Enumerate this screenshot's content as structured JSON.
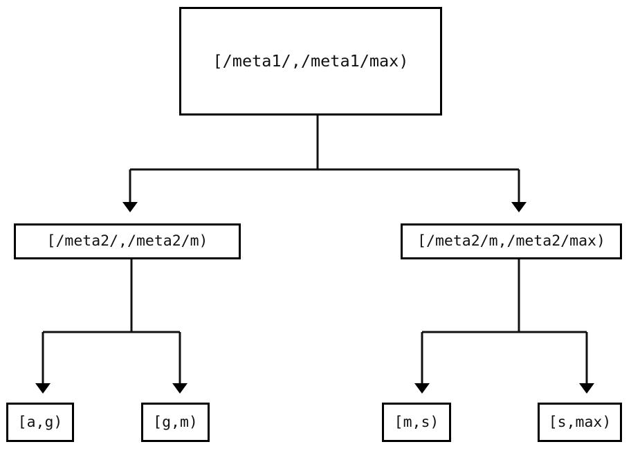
{
  "diagram": {
    "type": "tree",
    "orientation": "top-down",
    "background_color": "#ffffff",
    "stroke_color": "#111111",
    "node_fill": "#ffffff",
    "node_border_color": "#000000",
    "nodes": {
      "root": {
        "label": "[/meta1/,/meta1/max)"
      },
      "level2": [
        {
          "label": "[/meta2/,/meta2/m)"
        },
        {
          "label": "[/meta2/m,/meta2/max)"
        }
      ],
      "leaves": [
        {
          "label": "[a,g)"
        },
        {
          "label": "[g,m)"
        },
        {
          "label": "[m,s)"
        },
        {
          "label": "[s,max)"
        }
      ]
    },
    "edges": [
      {
        "from": "root",
        "to": "level2-left",
        "arrow": "down"
      },
      {
        "from": "root",
        "to": "level2-right",
        "arrow": "down"
      },
      {
        "from": "level2-left",
        "to": "leaf-ag",
        "arrow": "down"
      },
      {
        "from": "level2-left",
        "to": "leaf-gm",
        "arrow": "down"
      },
      {
        "from": "level2-right",
        "to": "leaf-ms",
        "arrow": "down"
      },
      {
        "from": "level2-right",
        "to": "leaf-smax",
        "arrow": "down"
      }
    ]
  }
}
